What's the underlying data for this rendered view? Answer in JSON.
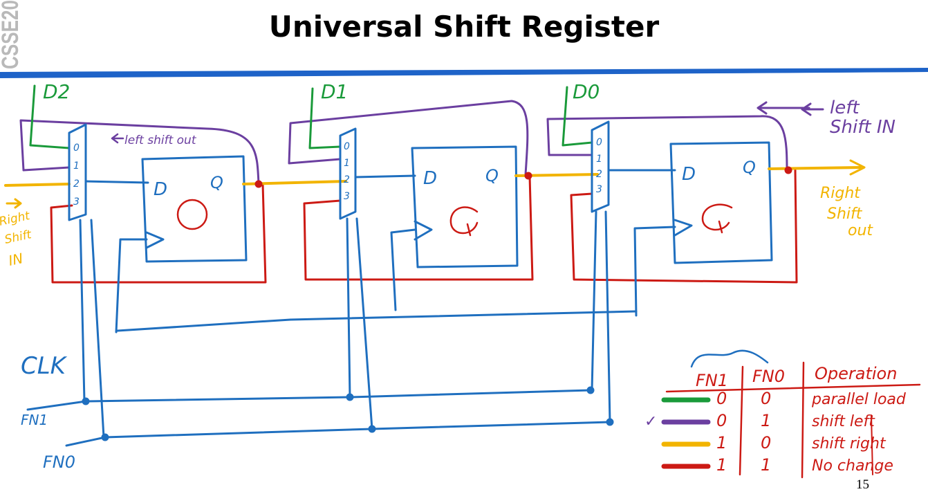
{
  "slide": {
    "title": "Universal Shift Register",
    "course_tag": "CSSE20",
    "page_number": "15"
  },
  "diagram": {
    "inputs": [
      "D2",
      "D1",
      "D0"
    ],
    "mux_labels": [
      "0",
      "1",
      "2",
      "3"
    ],
    "flipflop": {
      "d_label": "D",
      "q_label": "Q"
    },
    "annotations": {
      "left_shift_out": "left shift out",
      "left_shift_in_1": "left",
      "left_shift_in_2": "Shift IN",
      "right_shift_in_1": "Right",
      "right_shift_in_2": "Shift",
      "right_shift_in_3": "IN",
      "right_shift_out_1": "Right",
      "right_shift_out_2": "Shift",
      "right_shift_out_3": "out",
      "clk": "CLK",
      "fn1": "FN1",
      "fn0": "FN0"
    },
    "colors": {
      "wire_blue": "#1f6fbf",
      "parallel_green": "#1a9a3a",
      "shift_left_purple": "#6b3fa0",
      "shift_right_yellow": "#f2b400",
      "no_change_red": "#cc1a14",
      "header_blue": "#1e63c8"
    }
  },
  "function_table": {
    "headers": [
      "FN1",
      "FN0",
      "Operation"
    ],
    "rows": [
      {
        "fn1": "0",
        "fn0": "0",
        "operation": "parallel load",
        "color": "#1a9a3a",
        "checked": false
      },
      {
        "fn1": "0",
        "fn0": "1",
        "operation": "shift left",
        "color": "#6b3fa0",
        "checked": true
      },
      {
        "fn1": "1",
        "fn0": "0",
        "operation": "shift right",
        "color": "#f2b400",
        "checked": false
      },
      {
        "fn1": "1",
        "fn0": "1",
        "operation": "No change",
        "color": "#cc1a14",
        "checked": false
      }
    ],
    "check_mark": "✓"
  }
}
